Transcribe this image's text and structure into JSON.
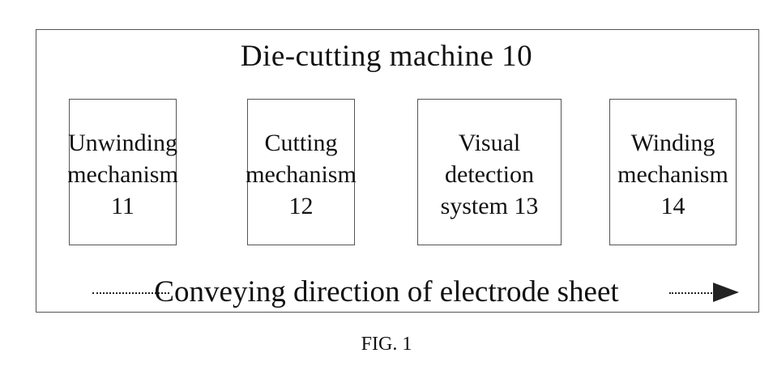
{
  "title": "Die-cutting machine 10",
  "boxes": [
    {
      "lines": [
        "Unwinding",
        "mechanism",
        "11"
      ]
    },
    {
      "lines": [
        "Cutting",
        "mechanism",
        "12"
      ]
    },
    {
      "lines": [
        "Visual",
        "detection",
        "system 13"
      ]
    },
    {
      "lines": [
        "Winding",
        "mechanism",
        "14"
      ]
    }
  ],
  "flow_label": "Conveying direction of electrode sheet",
  "caption": "FIG. 1"
}
